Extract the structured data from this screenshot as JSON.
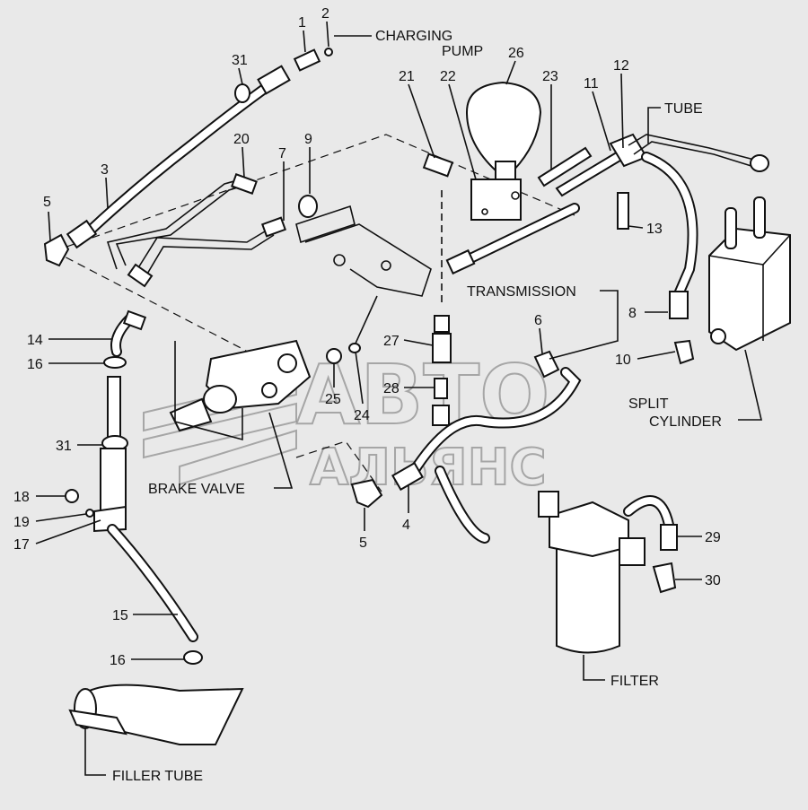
{
  "labels": {
    "charging_pump": [
      "CHARGING",
      "PUMP"
    ],
    "tube": "TUBE",
    "transmission": "TRANSMISSION",
    "split_cylinder": [
      "SPLIT",
      "CYLINDER"
    ],
    "brake_valve": "BRAKE VALVE",
    "filter": "FILTER",
    "filler_tube": "FILLER TUBE"
  },
  "callouts": {
    "c1": "1",
    "c2": "2",
    "c3": "3",
    "c4": "4",
    "c5a": "5",
    "c5b": "5",
    "c6": "6",
    "c7": "7",
    "c8": "8",
    "c9": "9",
    "c10": "10",
    "c11": "11",
    "c12": "12",
    "c13": "13",
    "c14": "14",
    "c15": "15",
    "c16a": "16",
    "c16b": "16",
    "c17": "17",
    "c18": "18",
    "c19": "19",
    "c20": "20",
    "c21": "21",
    "c22": "22",
    "c23": "23",
    "c24": "24",
    "c25": "25",
    "c26": "26",
    "c27": "27",
    "c28": "28",
    "c29": "29",
    "c30": "30",
    "c31a": "31",
    "c31b": "31"
  },
  "watermark": [
    "АВТО",
    "АЛЬЯНС"
  ]
}
